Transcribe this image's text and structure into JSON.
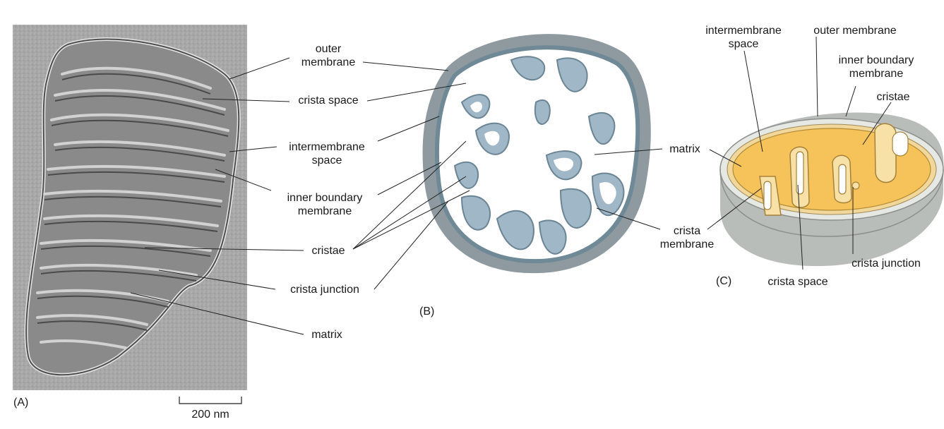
{
  "panel_a": {
    "letter": "(A)",
    "scale_bar": "200 nm",
    "labels": {
      "outer_membrane": "outer\nmembrane",
      "crista_space": "crista space",
      "intermembrane_space": "intermembrane\nspace",
      "inner_boundary_membrane": "inner boundary\nmembrane",
      "cristae": "cristae",
      "crista_junction": "crista junction",
      "matrix": "matrix"
    }
  },
  "panel_b": {
    "letter": "(B)",
    "labels": {
      "matrix": "matrix",
      "crista_membrane": "crista\nmembrane"
    }
  },
  "panel_c": {
    "letter": "(C)",
    "labels": {
      "intermembrane_space": "intermembrane\nspace",
      "outer_membrane": "outer membrane",
      "inner_boundary_membrane": "inner boundary\nmembrane",
      "cristae": "cristae",
      "matrix": "matrix",
      "crista_membrane": "crista\nmembrane",
      "crista_junction": "crista junction",
      "crista_space": "crista space"
    }
  },
  "colors": {
    "micrograph_bg": "#a9a9a9",
    "model_b": "#9fb7c6",
    "model_c_fill": "#f5c35a",
    "model_c_shell": "#b9bdb9"
  }
}
